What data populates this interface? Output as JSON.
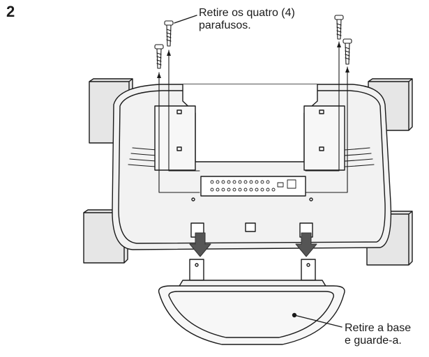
{
  "step": {
    "number": "2"
  },
  "callouts": {
    "screws": {
      "line1": "Retire os quatro (4)",
      "line2": "parafusos."
    },
    "base": {
      "line1": "Retire a base",
      "line2": "e guarde-a."
    }
  },
  "colors": {
    "line": "#1a1a1a",
    "cushion": "#e6e6e6",
    "monitor_back": "#f2f2f2",
    "arrow": "#555555",
    "base": "#f7f7f7"
  }
}
